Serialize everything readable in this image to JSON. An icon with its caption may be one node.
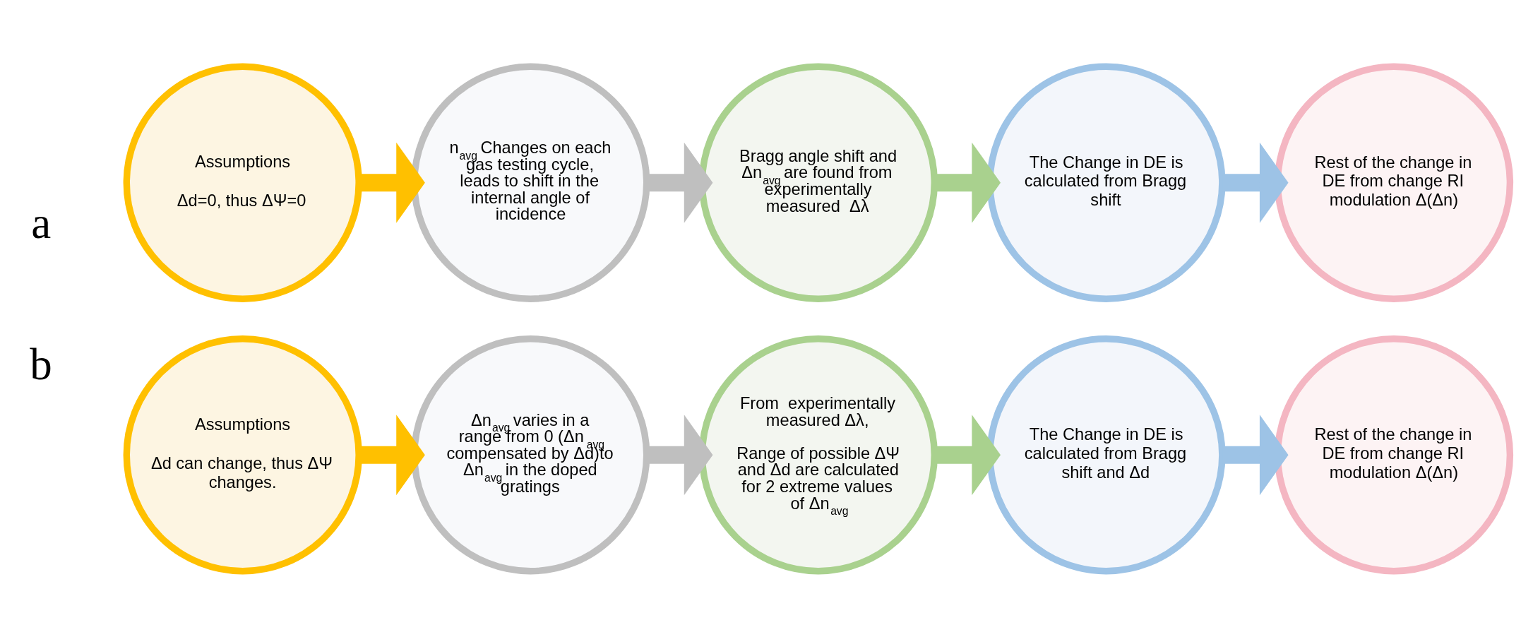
{
  "diagram": {
    "nodes": [
      {
        "text": [
          "Assumptions",
          "Δd=0, thus ΔΨ=0"
        ]
      },
      {
        "text": [
          "n$_{avg}$ Changes on each gas testing cycle, leads to shift in the internal angle of incidence"
        ]
      },
      {
        "text": [
          "Bragg angle shift and Δn$_{avg}$ are found from experimentally measured  Δλ"
        ]
      },
      {
        "text": [
          "The Change in DE is calculated from Bragg shift"
        ]
      },
      {
        "text": [
          "Rest of the change in DE from change RI modulation Δ(Δn)"
        ]
      },
      {
        "text": [
          "Assumptions",
          "Δd can change, thus ΔΨ changes."
        ]
      },
      {
        "text": [
          "Δn$_{avg}$ varies in a range from 0 (Δn$_{avg}$ compensated by Δd)to Δn$_{avg}$ in the doped gratings"
        ]
      },
      {
        "text": [
          "From  experimentally measured Δλ,",
          "Range of possible ΔΨ and Δd are calculated for 2 extreme values of Δn$_{avg}$"
        ]
      },
      {
        "text": [
          "The Change in DE is calculated from Bragg shift and Δd"
        ]
      },
      {
        "text": [
          "Rest of the change in DE from change RI modulation Δ(Δn)"
        ]
      }
    ],
    "edges": [
      {
        "from": 0,
        "to": 1,
        "arrow": "to",
        "color": "#ffc000"
      },
      {
        "from": 1,
        "to": 2,
        "arrow": "to",
        "color": "#bfbfbf"
      },
      {
        "from": 2,
        "to": 3,
        "arrow": "to",
        "color": "#a9d18e"
      },
      {
        "from": 3,
        "to": 4,
        "arrow": "to",
        "color": "#9dc3e6"
      },
      {
        "from": 5,
        "to": 6,
        "arrow": "to",
        "color": "#ffc000"
      },
      {
        "from": 6,
        "to": 7,
        "arrow": "to",
        "color": "#bfbfbf"
      },
      {
        "from": 7,
        "to": 8,
        "arrow": "to",
        "color": "#a9d18e"
      },
      {
        "from": 8,
        "to": 9,
        "arrow": "to",
        "color": "#9dc3e6"
      }
    ],
    "labels": [
      "a",
      "b"
    ]
  }
}
